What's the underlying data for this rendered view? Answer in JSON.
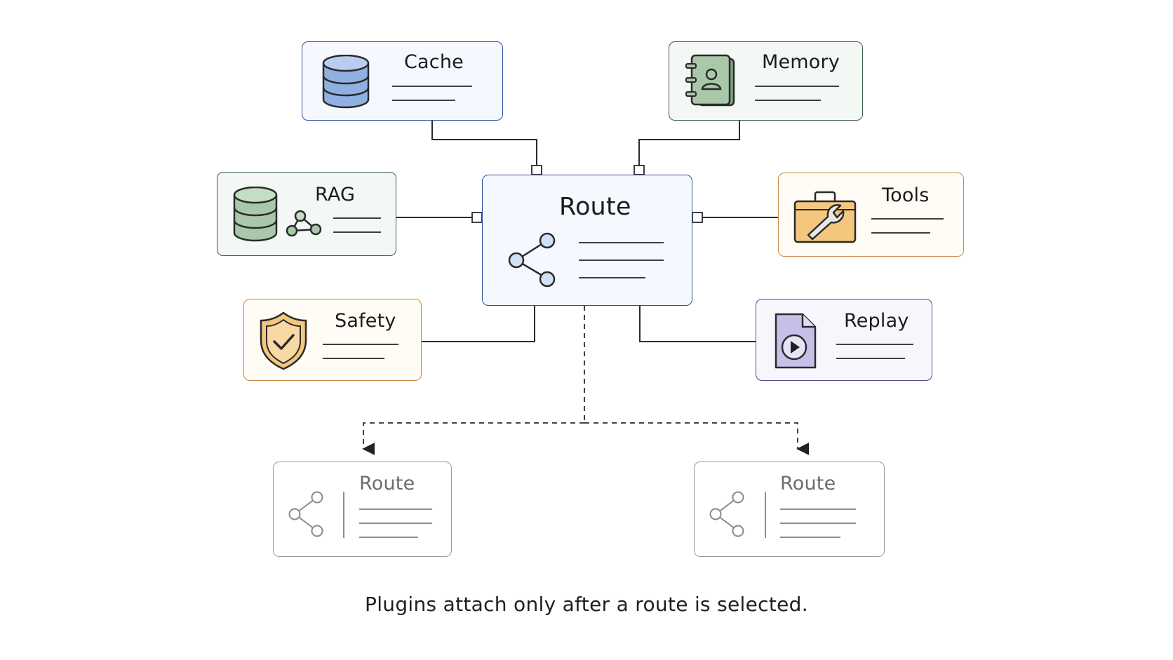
{
  "center": {
    "title": "Route"
  },
  "plugins": {
    "cache": {
      "title": "Cache"
    },
    "memory": {
      "title": "Memory"
    },
    "rag": {
      "title": "RAG"
    },
    "tools": {
      "title": "Tools"
    },
    "safety": {
      "title": "Safety"
    },
    "replay": {
      "title": "Replay"
    }
  },
  "routes": [
    {
      "title": "Route"
    },
    {
      "title": "Route"
    }
  ],
  "caption": "Plugins attach only after a route is selected.",
  "colors": {
    "blue": "#2e4d9c",
    "blue_bg": "#f5f8fe",
    "green": "#3d5a48",
    "green_bg": "#f4f8f5",
    "orange": "#c98a45",
    "orange_bg": "#fffbf5",
    "purple": "#4b4a8c",
    "purple_bg": "#f7f6fd",
    "faded": "#9a9a9a"
  },
  "icons": {
    "cache": "database-icon",
    "memory": "address-book-icon",
    "rag": "database-graph-icon",
    "tools": "toolbox-wrench-icon",
    "safety": "shield-check-icon",
    "replay": "play-file-icon",
    "route": "share-nodes-icon"
  }
}
